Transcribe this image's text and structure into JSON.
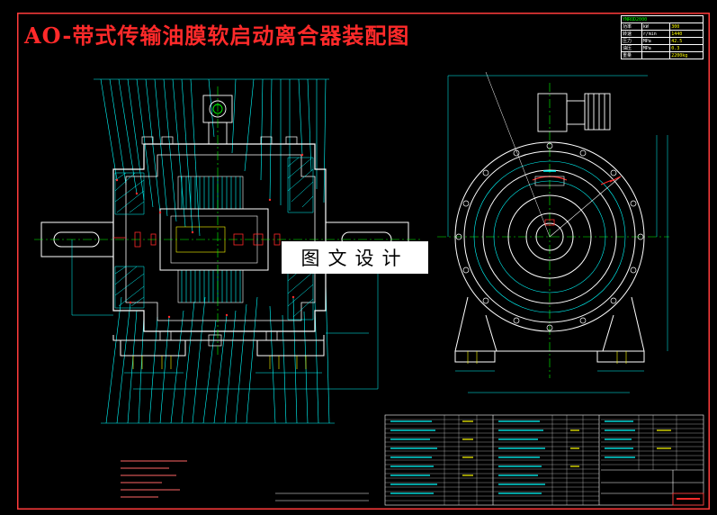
{
  "title": "AO-带式传输油膜软启动离合器装配图",
  "watermark": "图文设计",
  "params": {
    "header": "YNRQD2000",
    "rows": [
      {
        "label": "功率",
        "unit": "kW",
        "value": "300"
      },
      {
        "label": "转速",
        "unit": "r/min",
        "value": "1440"
      },
      {
        "label": "压力",
        "unit": "MPa",
        "value": "42.5"
      },
      {
        "label": "油压",
        "unit": "MPa",
        "value": "0.3"
      },
      {
        "label": "重量",
        "unit": "",
        "value": "2200kg"
      }
    ]
  },
  "colors": {
    "background": "#000000",
    "title": "#ff2a2a",
    "outline": "#ffffff",
    "dimension": "#00ffff",
    "center": "#00ff00",
    "section": "#ff2a2a",
    "hatch": "#ffff00"
  }
}
